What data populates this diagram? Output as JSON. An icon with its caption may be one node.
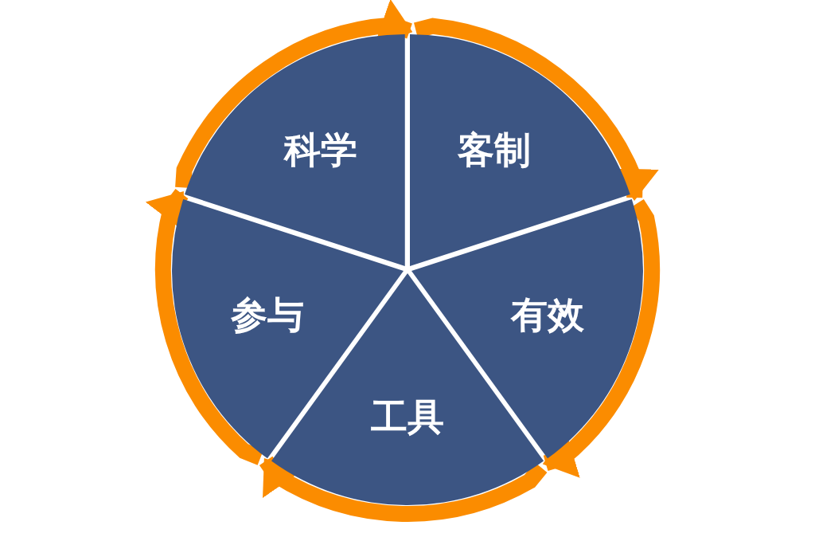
{
  "diagram": {
    "nodes": [
      {
        "text": [
          "科学"
        ]
      },
      {
        "text": [
          "客制"
        ]
      },
      {
        "text": [
          "有效"
        ]
      },
      {
        "text": [
          "工具"
        ]
      },
      {
        "text": [
          "参与"
        ]
      }
    ],
    "edges": [
      {
        "from": 0,
        "to": 1,
        "arrow": "to"
      },
      {
        "from": 1,
        "to": 2,
        "arrow": "to"
      },
      {
        "from": 2,
        "to": 3,
        "arrow": "to"
      },
      {
        "from": 3,
        "to": 4,
        "arrow": "to"
      },
      {
        "from": 4,
        "to": 0,
        "arrow": "to"
      }
    ]
  }
}
